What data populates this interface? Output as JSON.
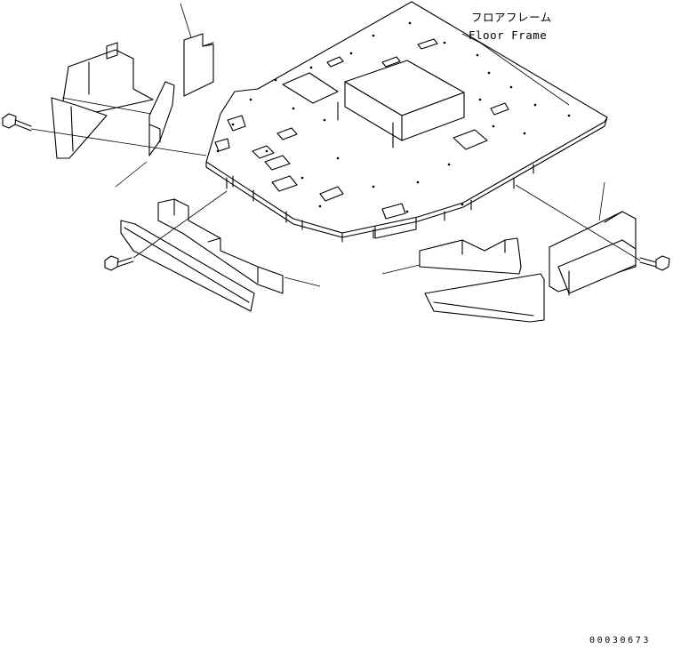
{
  "callouts": {
    "floor_frame_jp": "フロアフレーム",
    "floor_frame_en": "Floor Frame"
  },
  "drawing_number": "00030673"
}
